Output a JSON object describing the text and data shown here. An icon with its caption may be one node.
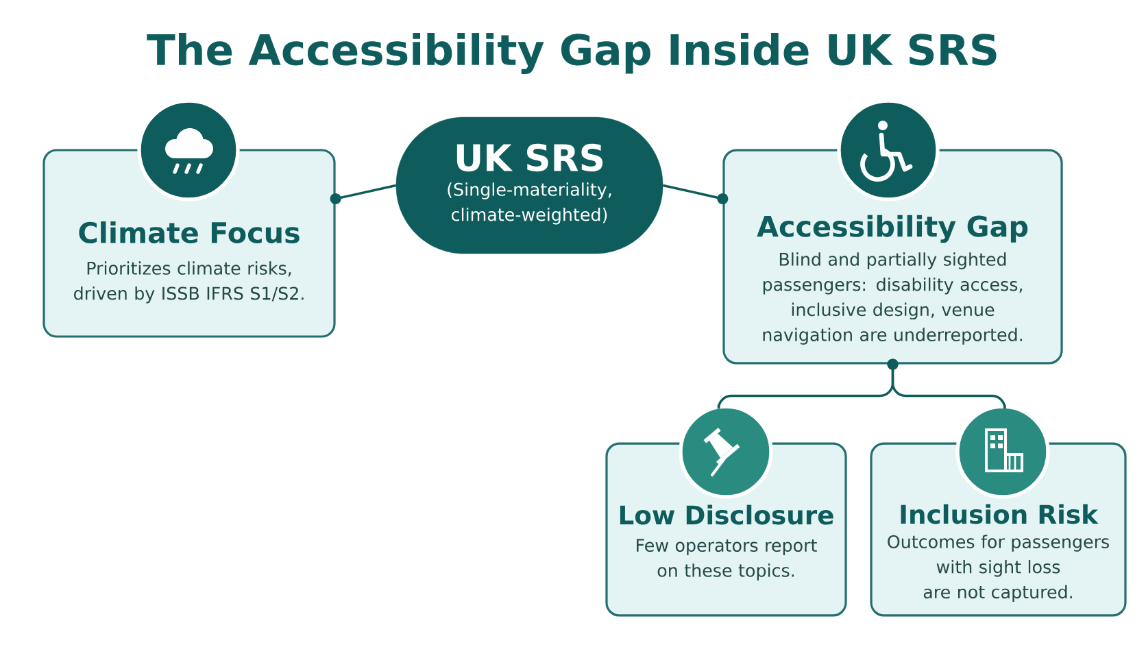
{
  "diagram": {
    "title": "The Accessibility Gap Inside UK SRS",
    "nodes": [
      {
        "text": [
          "Climate Focus",
          "Prioritizes climate risks, driven by ISSB IFRS S1/S2."
        ]
      },
      {
        "text": [
          "UK SRS",
          "(Single-materiality, climate-weighted)"
        ]
      },
      {
        "text": [
          "Accessibility Gap",
          "Blind and partially sighted passengers: disability access, inclusive design, venue navigation are underreported."
        ]
      },
      {
        "text": [
          "Low Disclosure",
          "Few operators report on these topics."
        ]
      },
      {
        "text": [
          "Inclusion Risk",
          "Outcomes for passengers with sight loss are not captured."
        ]
      }
    ],
    "edges": [
      {
        "from": 0,
        "to": 1,
        "arrow": "other"
      },
      {
        "from": 2,
        "to": 1,
        "arrow": "other"
      },
      {
        "from": 2,
        "to": 3,
        "arrow": "other"
      },
      {
        "from": 2,
        "to": 4,
        "arrow": "other"
      }
    ]
  }
}
